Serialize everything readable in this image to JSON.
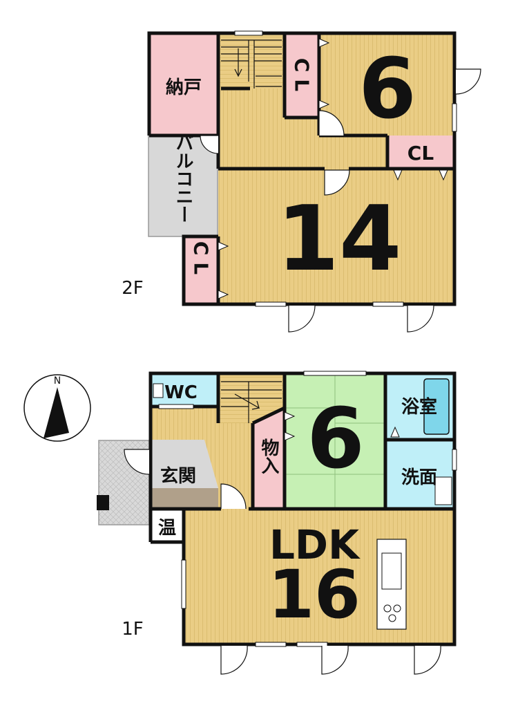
{
  "floors": {
    "second": {
      "label": "2F",
      "rooms": {
        "storage": "納戸",
        "balcony": "バルコニー",
        "closet_upper": "C L",
        "closet_right": "CL",
        "closet_left": "C L",
        "bedroom_small": "6",
        "bedroom_large": "14"
      }
    },
    "first": {
      "label": "1F",
      "rooms": {
        "toilet": "WC",
        "entrance": "玄関",
        "storage": "物入",
        "washitsu": "6",
        "bath": "浴室",
        "washroom": "洗面",
        "water_heater": "温",
        "ldk_label": "LDK",
        "ldk_size": "16"
      }
    }
  },
  "compass": {
    "north_label": "N"
  },
  "colors": {
    "wood_floor": "#eacd85",
    "storage_pink": "#f6c8cc",
    "balcony_gray": "#d8d8d8",
    "tatami_green": "#c6f0b4",
    "wet_area_blue": "#bfeff8",
    "wall": "#111111"
  }
}
